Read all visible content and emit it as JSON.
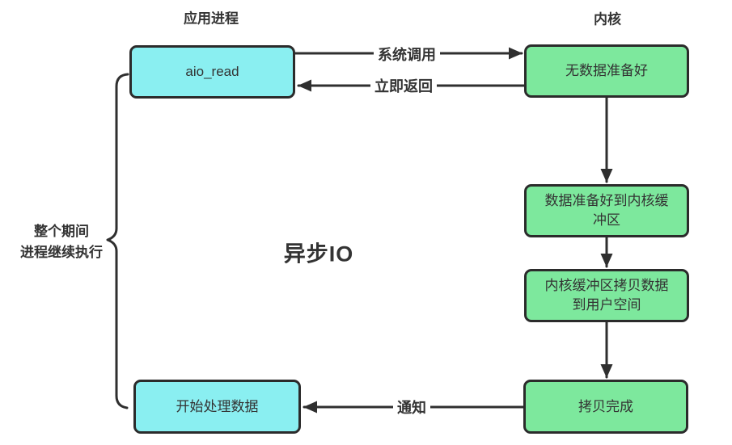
{
  "title": "异步IO",
  "colors": {
    "line": "#2f2f2f",
    "box-border": "#2b2b2b",
    "cyan": "#8aeff1",
    "green": "#7de89d",
    "text": "#333333",
    "bg": "#ffffff"
  },
  "columns": {
    "app_process": "应用进程",
    "kernel": "内核"
  },
  "side_note": {
    "line1": "整个期间",
    "line2": "进程继续执行"
  },
  "nodes": {
    "aio_read": "aio_read",
    "no_data_ready": "无数据准备好",
    "data_to_kernel_buffer": "数据准备好到内核缓冲区",
    "kernel_buffer_copy": "内核缓冲区拷贝数据到用户空间",
    "copy_complete": "拷贝完成",
    "start_processing": "开始处理数据"
  },
  "edges": {
    "system_call": "系统调用",
    "immediate_return": "立即返回",
    "notify": "通知"
  }
}
